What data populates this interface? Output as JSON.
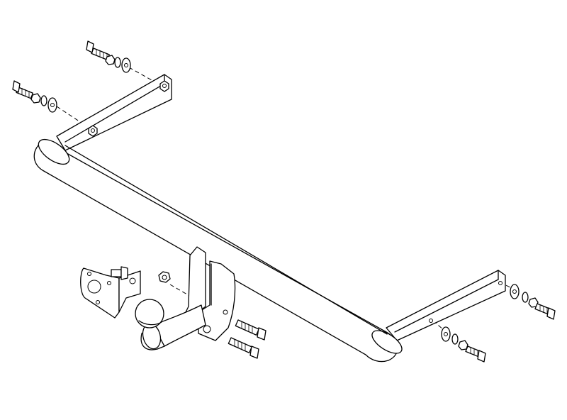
{
  "drawing": {
    "kind": "exploded assembly drawing",
    "background": "#ffffff",
    "line_color": "#000000",
    "parts": [
      "cross-beam",
      "left-bracket",
      "right-bracket",
      "tow-ball-neck",
      "electrical-socket-plate",
      "bolt-set"
    ]
  }
}
